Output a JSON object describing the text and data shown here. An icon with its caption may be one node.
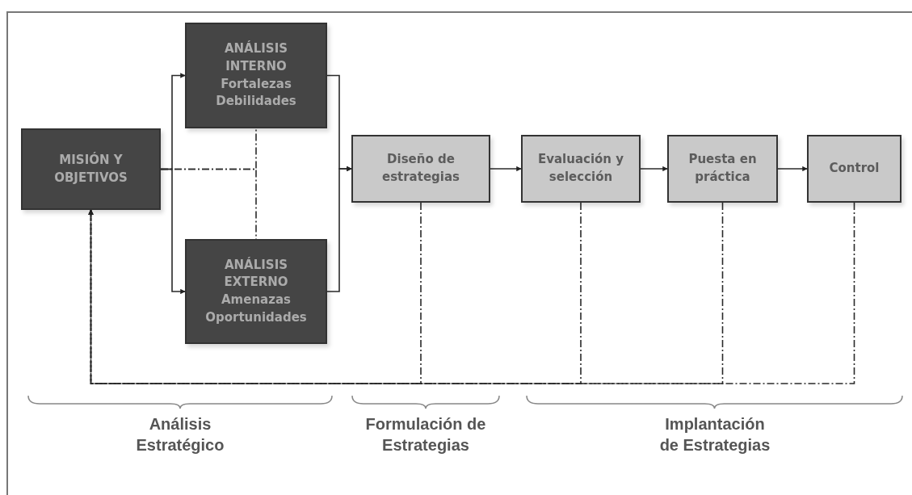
{
  "diagram": {
    "nodes": [
      {
        "text": [
          "MISIÓN Y OBJETIVOS"
        ]
      },
      {
        "text": [
          "ANÁLISIS INTERNO",
          "Fortalezas Debilidades"
        ]
      },
      {
        "text": [
          "ANÁLISIS EXTERNO",
          "Amenazas Oportunidades"
        ]
      },
      {
        "text": [
          "Diseño de estrategias"
        ]
      },
      {
        "text": [
          "Evaluación y selección"
        ]
      },
      {
        "text": [
          "Puesta en práctica"
        ]
      },
      {
        "text": [
          "Control"
        ]
      }
    ],
    "edges": [
      {
        "from": 0,
        "to": 1,
        "arrow": "to"
      },
      {
        "from": 0,
        "to": 2,
        "arrow": "to"
      },
      {
        "from": 1,
        "to": 3,
        "arrow": "to"
      },
      {
        "from": 2,
        "to": 3,
        "arrow": "to"
      },
      {
        "from": 3,
        "to": 4,
        "arrow": "to"
      },
      {
        "from": 4,
        "to": 5,
        "arrow": "to"
      },
      {
        "from": 5,
        "to": 6,
        "arrow": "to"
      },
      {
        "from": 3,
        "to": 0,
        "arrow": "to",
        "style": "dashed"
      },
      {
        "from": 4,
        "to": 0,
        "arrow": "to",
        "style": "dashed"
      },
      {
        "from": 5,
        "to": 0,
        "arrow": "to",
        "style": "dashed"
      },
      {
        "from": 6,
        "to": 0,
        "arrow": "to",
        "style": "dashed"
      },
      {
        "from": 0,
        "to": 1,
        "arrow": "none",
        "style": "dashed"
      },
      {
        "from": 0,
        "to": 2,
        "arrow": "none",
        "style": "dashed"
      }
    ],
    "labels": [
      "Análisis Estratégico",
      "Formulación de Estrategias",
      "Implantación de Estrategias"
    ]
  }
}
